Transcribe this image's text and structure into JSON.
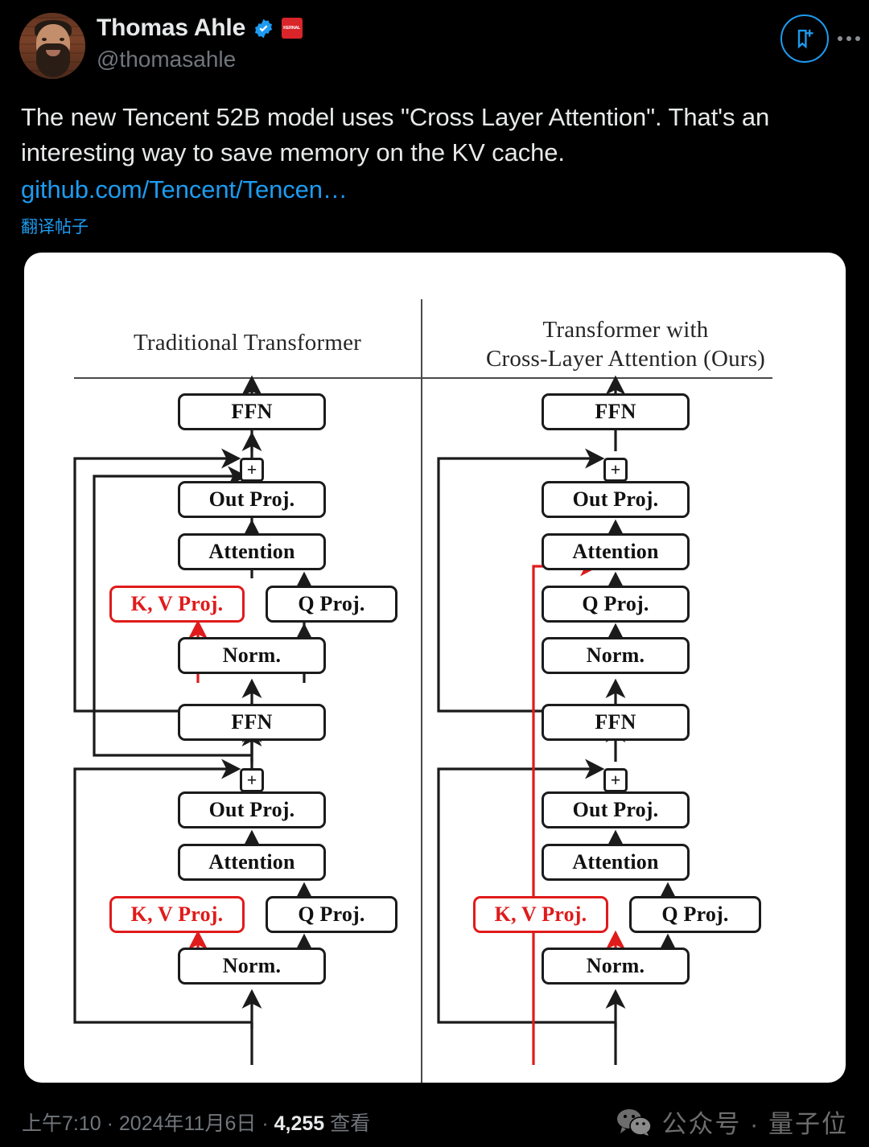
{
  "post": {
    "author": {
      "display_name": "Thomas Ahle",
      "handle": "@thomasahle",
      "verified_icon": "verified-badge-icon",
      "affiliation_badge_text": "KERNAL",
      "avatar_icon": "avatar-photo"
    },
    "actions": {
      "bookmark_icon": "bookmark-plus-icon",
      "more_icon": "more-options-icon"
    },
    "body_line_1": "The new Tencent 52B model uses \"Cross Layer Attention\". That's an",
    "body_line_2": "interesting way to save memory on the KV cache.",
    "link_text": "github.com/Tencent/Tencen…",
    "translate_label": "翻译帖子",
    "footer": {
      "time": "上午7:10",
      "separator": " · ",
      "date": "2024年11月6日",
      "views_count": "4,255",
      "views_label": "查看"
    },
    "watermark": {
      "icon": "wechat-icon",
      "text": "公众号 · 量子位"
    }
  },
  "colors": {
    "accent_blue": "#1d9bf0",
    "text_primary": "#e7e9ea",
    "text_muted": "#71767b",
    "diagram_red": "#e01b1b",
    "diagram_ink": "#1b1b1b",
    "affiliation_red": "#d9252a",
    "card_background": "#ffffff",
    "page_background": "#000000"
  },
  "figure": {
    "type": "diagram",
    "columns": [
      {
        "id": "traditional",
        "title_line_1": "Traditional Transformer",
        "title_line_2": "",
        "blocks_top_layer": [
          "FFN",
          "+",
          "Out Proj.",
          "Attention",
          "K, V Proj.",
          "Q Proj.",
          "Norm."
        ],
        "blocks_bottom_layer": [
          "FFN",
          "+",
          "Out Proj.",
          "Attention",
          "K, V Proj.",
          "Q Proj.",
          "Norm."
        ],
        "highlighted_blocks": [
          "K, V Proj."
        ]
      },
      {
        "id": "cross_layer",
        "title_line_1": "Transformer with",
        "title_line_2": "Cross-Layer Attention (Ours)",
        "blocks_top_layer": [
          "FFN",
          "+",
          "Out Proj.",
          "Attention",
          "Q Proj.",
          "Norm."
        ],
        "blocks_bottom_layer": [
          "FFN",
          "+",
          "Out Proj.",
          "Attention",
          "K, V Proj.",
          "Q Proj.",
          "Norm."
        ],
        "highlighted_blocks": [
          "K, V Proj."
        ],
        "cross_layer_edge": "K, V Proj. (lower layer) → Attention (upper layer)"
      }
    ],
    "labels": {
      "ffn": "FFN",
      "plus": "+",
      "out_proj": "Out Proj.",
      "attention": "Attention",
      "kv_proj": "K, V Proj.",
      "q_proj": "Q Proj.",
      "norm": "Norm."
    }
  }
}
